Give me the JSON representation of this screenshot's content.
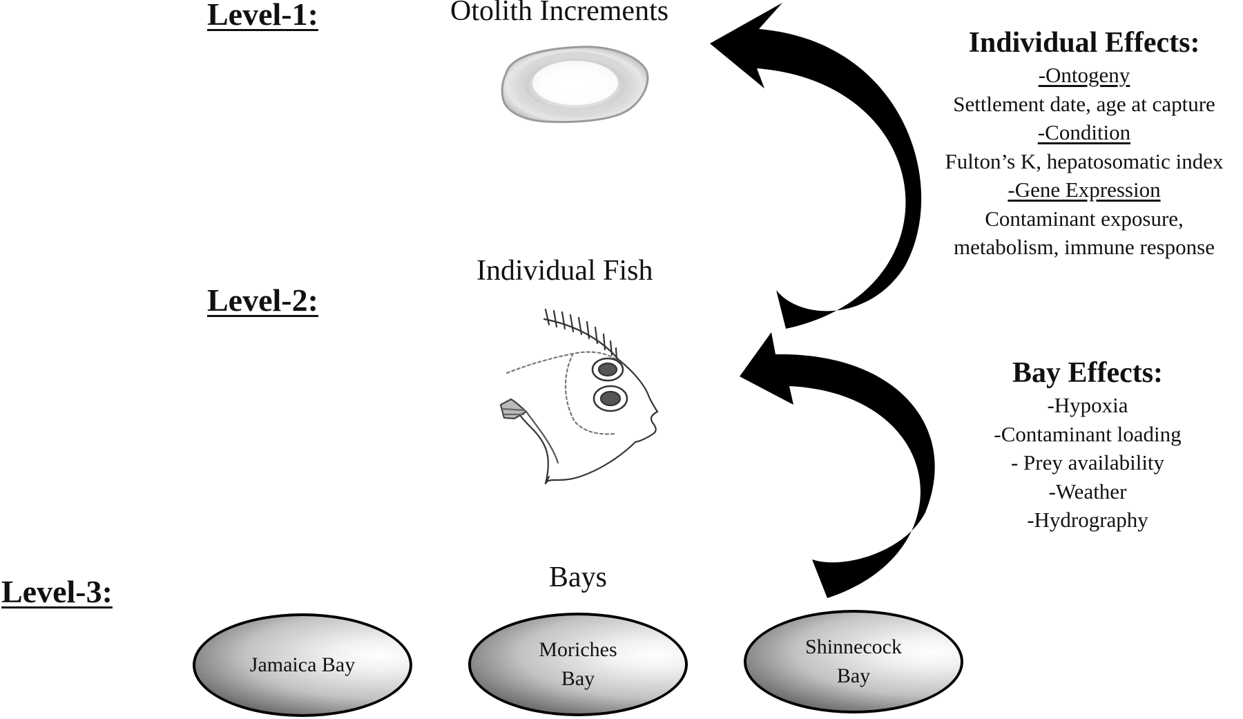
{
  "levels": {
    "level1": {
      "label": "Level-1:",
      "caption": "Otolith Increments"
    },
    "level2": {
      "label": "Level-2:",
      "caption": "Individual Fish"
    },
    "level3": {
      "label": "Level-3:",
      "caption": "Bays"
    }
  },
  "individual_effects": {
    "heading": "Individual Effects:",
    "ontogeny_title": "-Ontogeny",
    "ontogeny_text": "Settlement date, age at capture",
    "condition_title": "-Condition",
    "condition_text": "Fulton’s K, hepatosomatic index",
    "gene_title": "-Gene Expression",
    "gene_text_1": "Contaminant exposure,",
    "gene_text_2": "metabolism, immune response"
  },
  "bay_effects": {
    "heading": "Bay Effects:",
    "items": [
      "-Hypoxia",
      "-Contaminant loading",
      "- Prey availability",
      "-Weather",
      "-Hydrography"
    ]
  },
  "bays": [
    "Jamaica Bay",
    "Moriches Bay",
    "Shinnecock Bay"
  ],
  "icons": {
    "otolith": "otolith-icon",
    "fish": "flounder-fish-icon",
    "arrow_upper": "curved-arrow-icon",
    "arrow_lower": "curved-arrow-icon"
  }
}
